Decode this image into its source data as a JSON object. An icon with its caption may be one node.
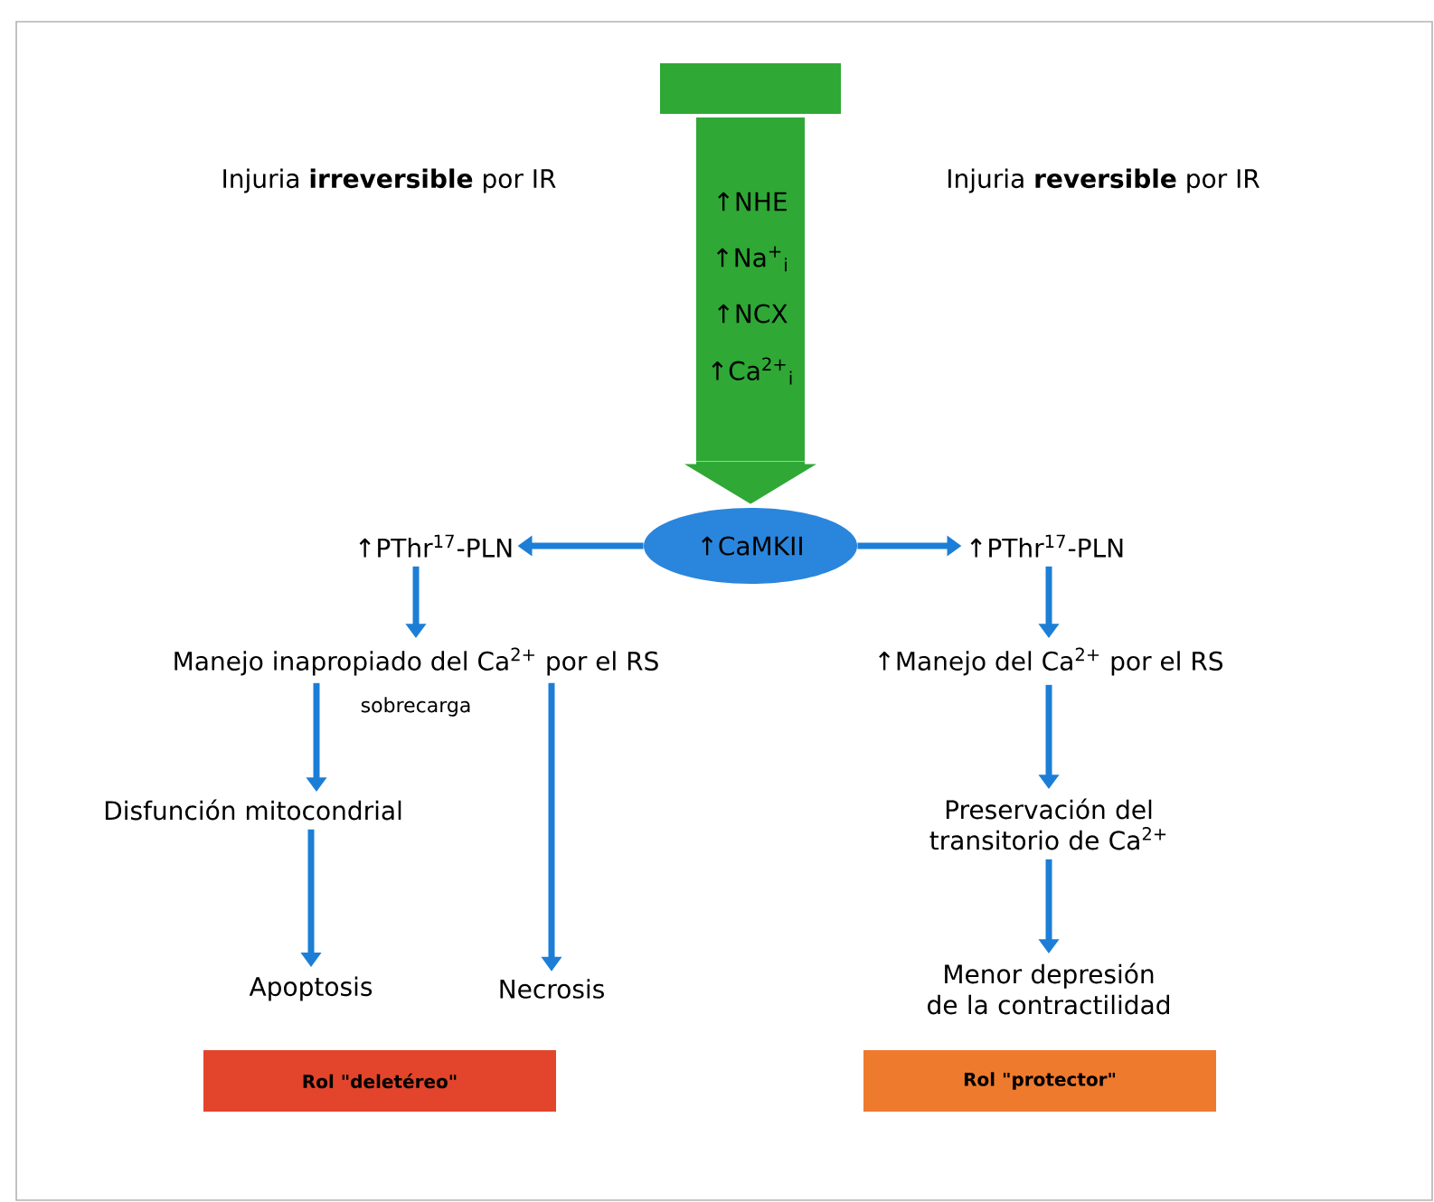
{
  "diagram": {
    "nodes": [
      {
        "text": [
          "Injuria **irreversible** por IR"
        ]
      },
      {
        "text": [
          "Injuria **reversible** por IR"
        ]
      },
      {
        "text": [
          "↑NHE",
          "↑Na$^{+}$$_{i}$",
          "↑NCX",
          "↑Ca$^{2+}$$_{i}$"
        ]
      },
      {
        "text": [
          "↑CaMKII"
        ]
      },
      {
        "text": [
          "↑PThr$^{17}$-PLN"
        ]
      },
      {
        "text": [
          "↑PThr$^{17}$-PLN"
        ]
      },
      {
        "text": [
          "Manejo inapropiado del Ca$^{2+}$ por el RS"
        ],
        "beside": [
          "sobrecarga"
        ]
      },
      {
        "text": [
          "Disfunción mitocondrial"
        ]
      },
      {
        "text": [
          "Apoptosis"
        ]
      },
      {
        "text": [
          "Necrosis"
        ]
      },
      {
        "text": [
          "Rol \"deletéreo\""
        ]
      },
      {
        "text": [
          "↑Manejo del Ca$^{2+}$ por el RS"
        ]
      },
      {
        "text": [
          "Preservación del transitorio de Ca$^{2+}$"
        ]
      },
      {
        "text": [
          "Menor depresión de la contractilidad"
        ]
      },
      {
        "text": [
          "Rol \"protector\""
        ]
      }
    ],
    "edges": [
      {
        "from": 2,
        "to": 3,
        "arrow": "to",
        "style": "thick",
        "color": "#2fa836"
      },
      {
        "from": 3,
        "to": 4,
        "arrow": "to"
      },
      {
        "from": 3,
        "to": 5,
        "arrow": "to"
      },
      {
        "from": 4,
        "to": 6,
        "arrow": "to"
      },
      {
        "from": 6,
        "to": 7,
        "arrow": "to"
      },
      {
        "from": 6,
        "to": 9,
        "arrow": "to"
      },
      {
        "from": 7,
        "to": 8,
        "arrow": "to"
      },
      {
        "from": 5,
        "to": 11,
        "arrow": "to"
      },
      {
        "from": 11,
        "to": 12,
        "arrow": "to"
      },
      {
        "from": 12,
        "to": 13,
        "arrow": "to"
      }
    ]
  }
}
